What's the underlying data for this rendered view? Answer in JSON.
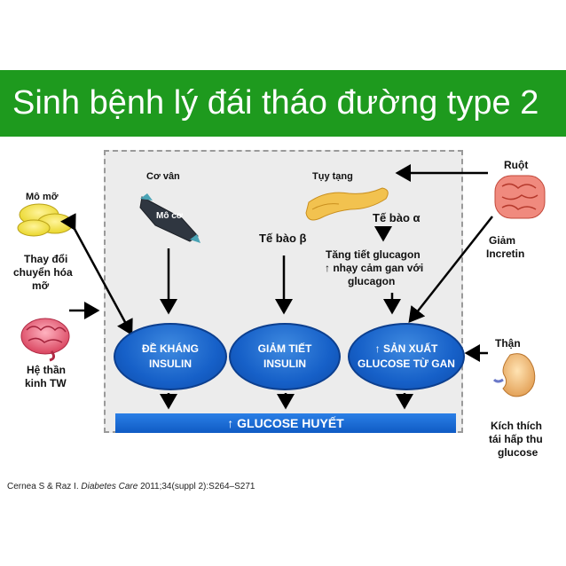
{
  "title": "Sinh bệnh lý đái tháo đường type 2",
  "labels": {
    "co_van": "Cơ vân",
    "mo_co": "Mô cơ",
    "tuy_tang": "Tụy tạng",
    "te_bao_alpha": "Tế bào α",
    "te_bao_beta": "Tế bào β",
    "glucagon_line1": "Tăng tiết glucagon",
    "glucagon_line2": "↑ nhạy cảm gan với",
    "glucagon_line3": "glucagon",
    "mo_mo": "Mô mỡ",
    "fat_line1": "Thay đổi",
    "fat_line2": "chuyển hóa",
    "fat_line3": "mỡ",
    "brain_line1": "Hệ thần",
    "brain_line2": "kinh TW",
    "ruot": "Ruột",
    "incretin_line1": "Giảm",
    "incretin_line2": "Incretin",
    "than": "Thận",
    "kidney_line1": "Kích thích",
    "kidney_line2": "tái hấp thu",
    "kidney_line3": "glucose"
  },
  "ovals": {
    "resistance_line1": "ĐỀ KHÁNG",
    "resistance_line2": "INSULIN",
    "secretion_line1": "GIẢM TIẾT",
    "secretion_line2": "INSULIN",
    "production_line1": "↑ SẢN XUẤT",
    "production_line2": "GLUCOSE TỪ GAN"
  },
  "glucose_bar": "↑ GLUCOSE HUYẾT",
  "citation": {
    "authors": "Cernea S & Raz I.",
    "journal": "Diabetes Care",
    "ref": "2011;34(suppl 2):S264–S271"
  },
  "colors": {
    "banner": "#1e9a1e",
    "oval_blue": "#1660c8",
    "bar_blue": "#1a6ad6",
    "panel": "#ececec"
  }
}
